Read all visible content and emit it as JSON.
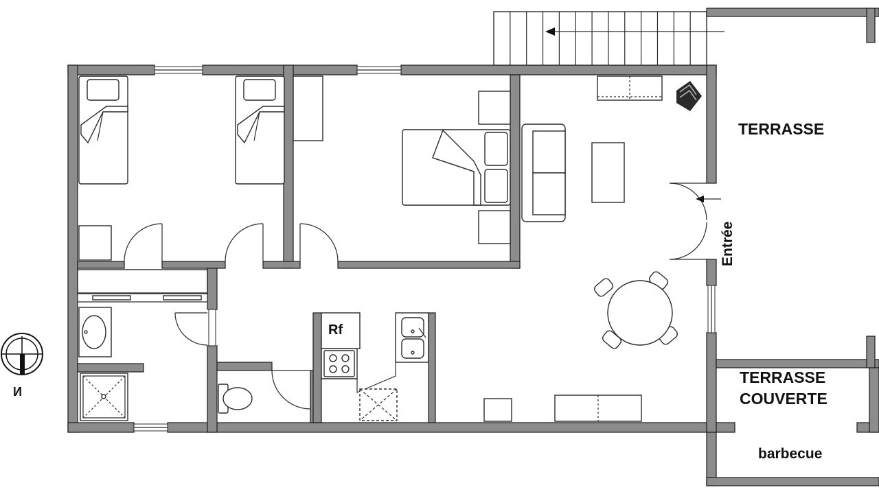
{
  "labels": {
    "terrasse": "TERRASSE",
    "terrasse_couverte_1": "TERRASSE",
    "terrasse_couverte_2": "COUVERTE",
    "barbecue": "barbecue",
    "entree": "Entrée",
    "fridge": "Rf",
    "compass": "N"
  },
  "colors": {
    "wall": "#8c8c8c",
    "outline": "#1a1a1a",
    "background": "#ffffff"
  },
  "icons": [
    "compass-icon",
    "arrow-icon",
    "bed-icon",
    "sofa-icon",
    "toilet-icon",
    "sink-icon",
    "stove-icon",
    "shower-icon"
  ]
}
